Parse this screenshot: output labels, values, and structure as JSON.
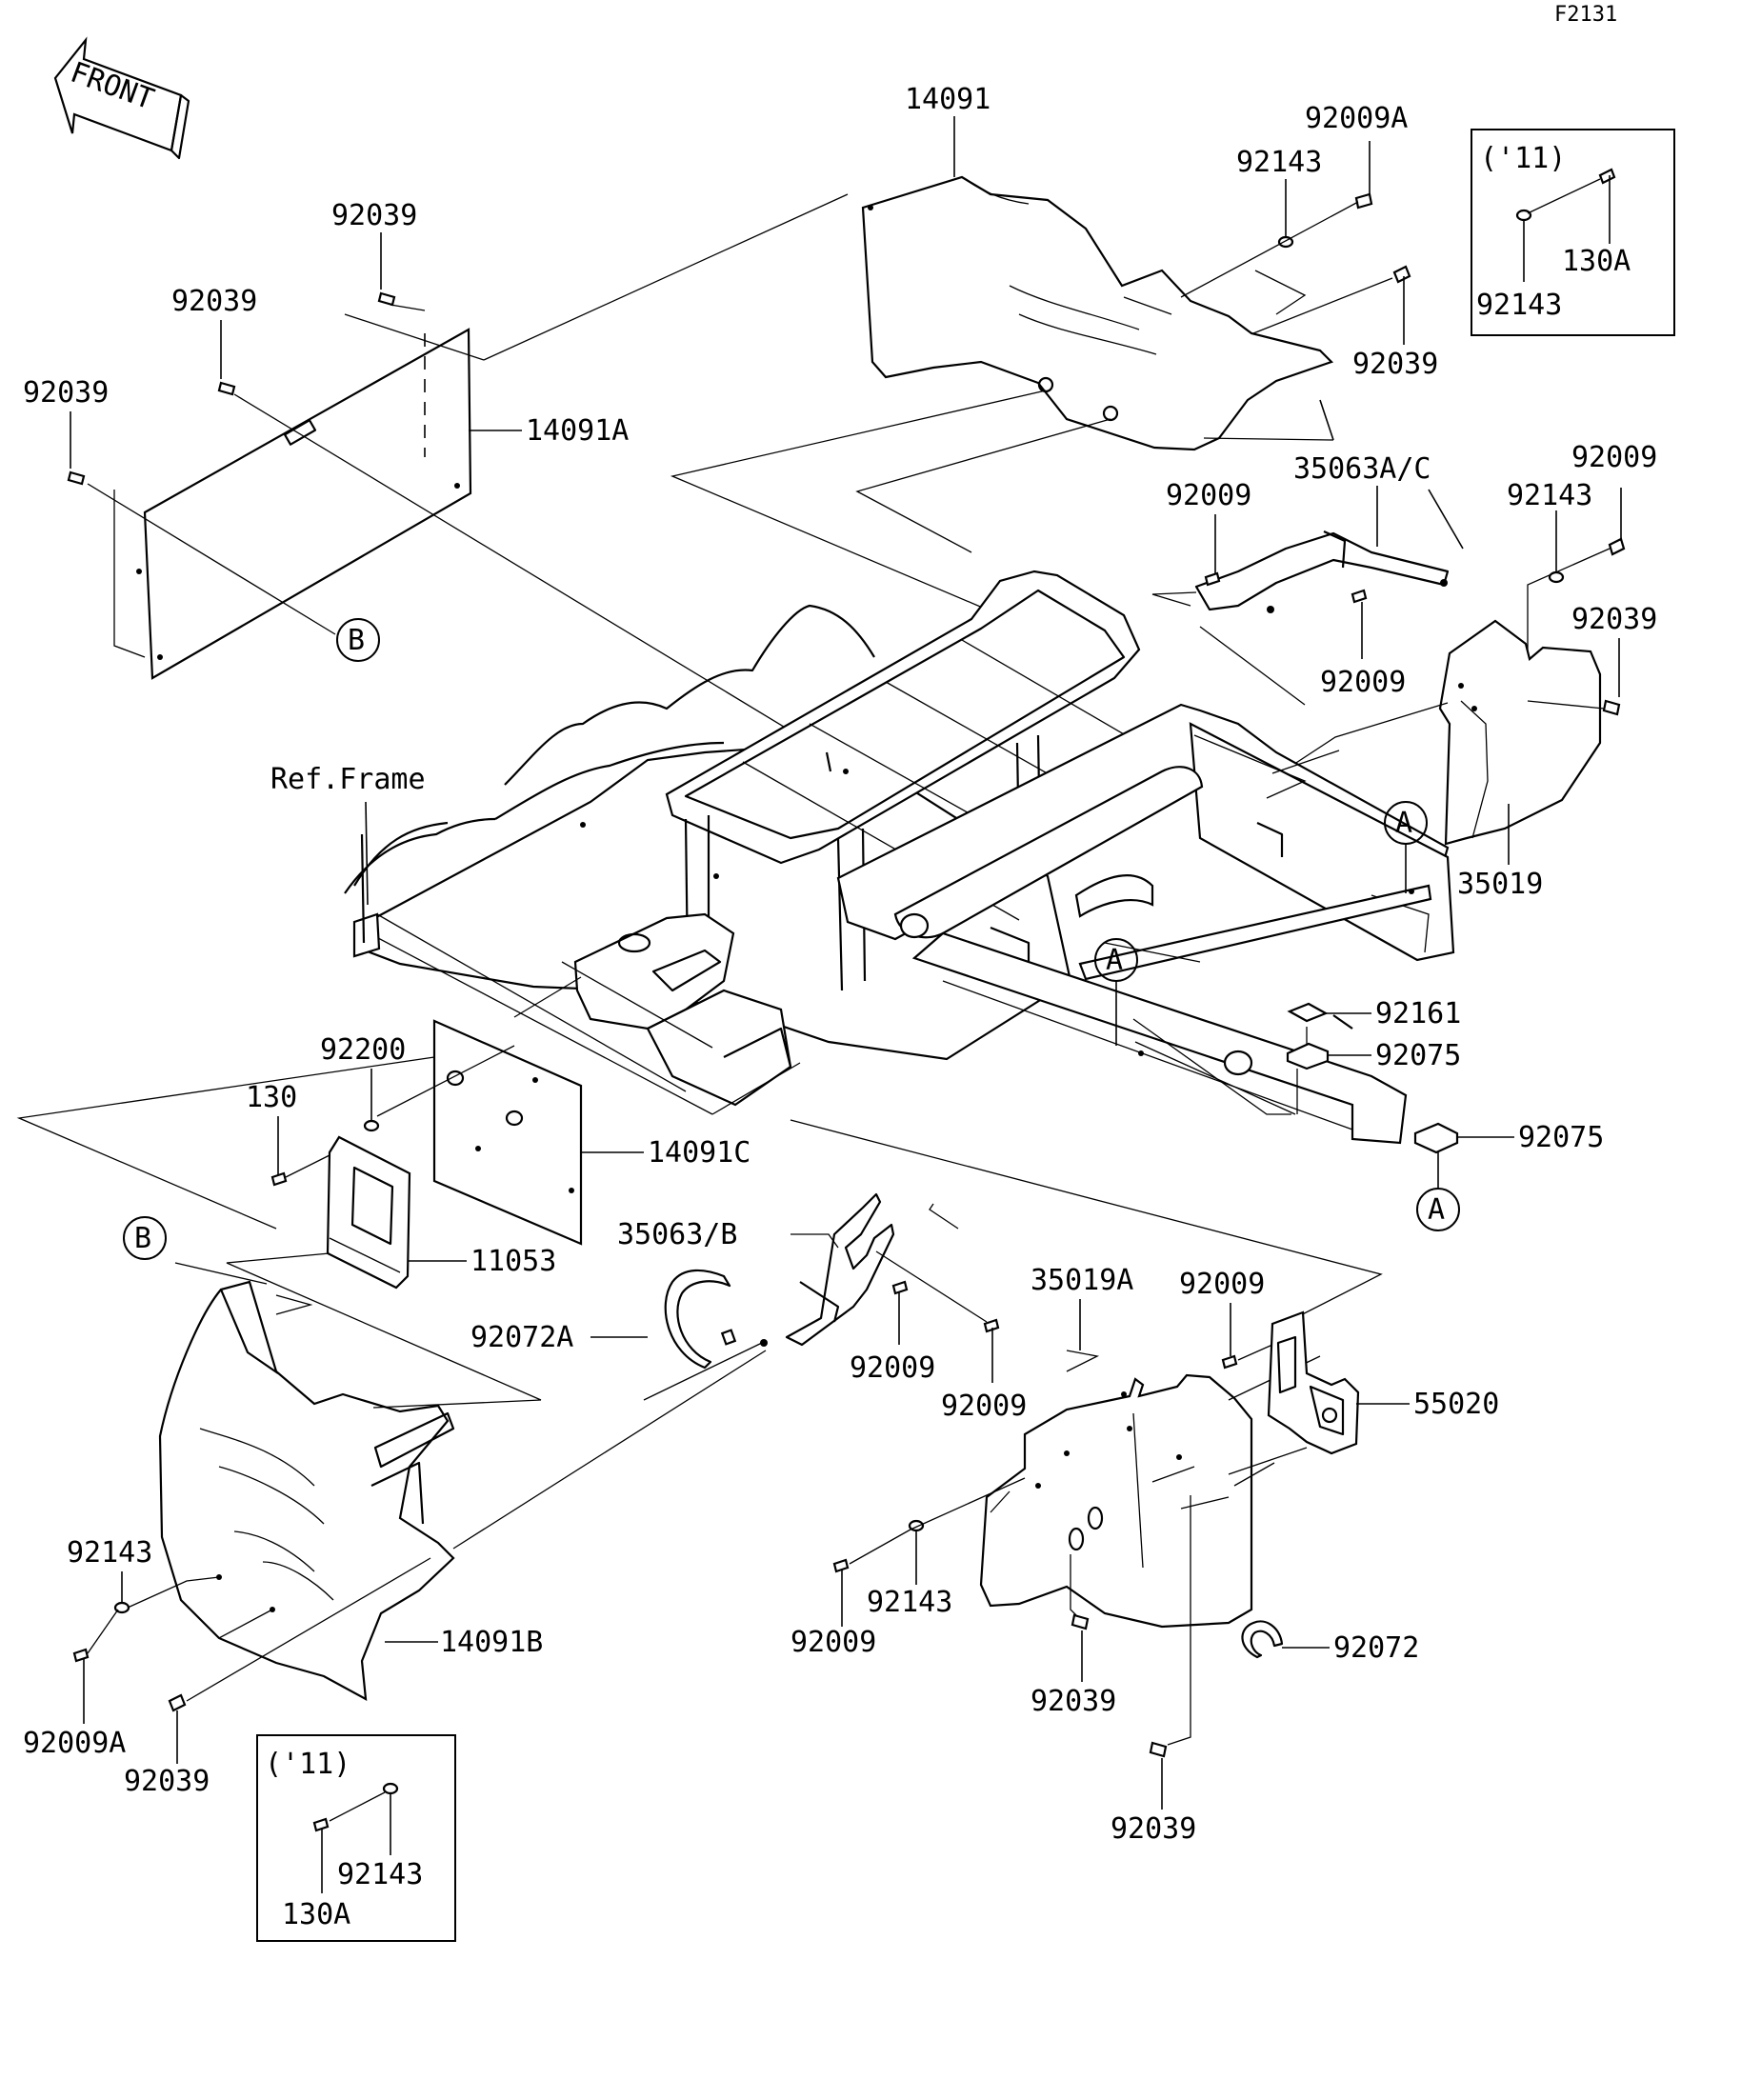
{
  "diagram_code": "F2131",
  "front_arrow_label": "FRONT",
  "ref_frame_label": "Ref.Frame",
  "callouts": {
    "A": "A",
    "B": "B"
  },
  "inset_year": "('11)",
  "parts": {
    "p14091": "14091",
    "p14091A": "14091A",
    "p14091B": "14091B",
    "p14091C": "14091C",
    "p92009A": "92009A",
    "p92143": "92143",
    "p92039": "92039",
    "p92009": "92009",
    "p35063AC": "35063A/C",
    "p35019": "35019",
    "p35019A": "35019A",
    "p35063B": "35063/B",
    "p92161": "92161",
    "p92075": "92075",
    "p92200": "92200",
    "p130": "130",
    "p130A": "130A",
    "p11053": "11053",
    "p92072": "92072",
    "p92072A": "92072A",
    "p55020": "55020"
  }
}
